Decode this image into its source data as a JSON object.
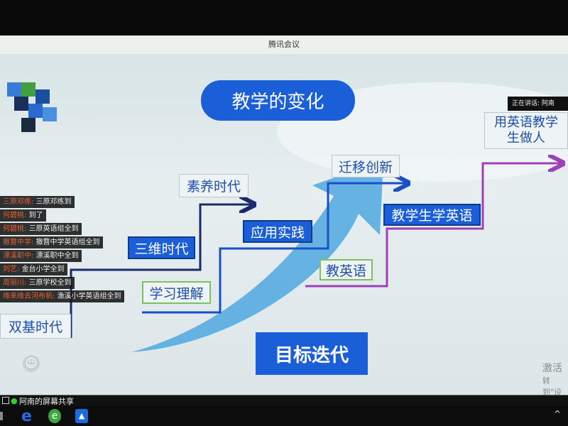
{
  "window": {
    "title": "腾讯会议"
  },
  "slide": {
    "title": "教学的变化",
    "stages": [
      "双基时代",
      "三维时代",
      "素养时代"
    ],
    "levels": [
      "学习理解",
      "应用实践",
      "迁移创新"
    ],
    "goals": [
      "教英语",
      "教学生学英语",
      "用英语教学生做人"
    ],
    "footer": "目标迭代",
    "watermark": {
      "line1": "激活",
      "line2": "转到\"设"
    }
  },
  "chat": [
    {
      "name": "三原邓练:",
      "text": "三原邓练到"
    },
    {
      "name": "何碧桃:",
      "text": "到了"
    },
    {
      "name": "何碧桃:",
      "text": "三原英语组全到"
    },
    {
      "name": "撤瞀中学:",
      "text": "撤瞀中学英语组全到"
    },
    {
      "name": "漂溪职中:",
      "text": "漂溪职中全到"
    },
    {
      "name": "刘艺:",
      "text": "金台小学全到"
    },
    {
      "name": "周丽川:",
      "text": "三原学校全到"
    },
    {
      "name": "缘来缘去河布帆:",
      "text": "渔溪小学英语组全到"
    }
  ],
  "speaking": "正在讲话: 阿南",
  "share_label": "阿南的屏幕共享",
  "taskbar": {
    "items": [
      "edge-icon",
      "ie-icon",
      "tencent-meeting-icon"
    ]
  }
}
